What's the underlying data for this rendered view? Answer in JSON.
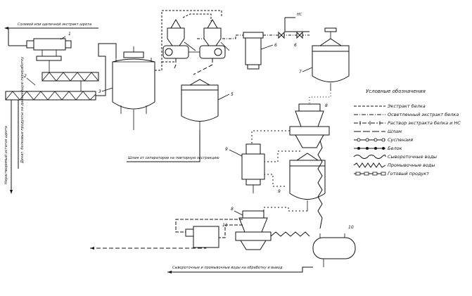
{
  "labels": {
    "top_input": "Солевой или щелочной экстракт шрота",
    "left_vertical_1": "Нерастворимый остаток шрота",
    "left_vertical_2": "Денат. белковые продукты на дальнейшую переработку",
    "sludge": "Шлам от сепараторов на повторную экстракцию",
    "hc": "НС",
    "bottom_left": "Сывороточные и промывочные воды на обработку и вывод"
  },
  "equipment_numbers": [
    "1",
    "2",
    "3",
    "4",
    "5",
    "6",
    "7",
    "8",
    "9",
    "9",
    "8",
    "10",
    "11"
  ],
  "legend": {
    "title": "Условные обозначения",
    "items": [
      {
        "label": "Экстракт белка",
        "style": "dashed"
      },
      {
        "label": "Осветленный экстракт белка",
        "style": "dash-dot"
      },
      {
        "label": "Раствор экстракта белка и НС",
        "style": "dash-dot-cross"
      },
      {
        "label": "Шлам",
        "style": "long-dash"
      },
      {
        "label": "Суспензия",
        "style": "circle-dot"
      },
      {
        "label": "Белок",
        "style": "filled-dot"
      },
      {
        "label": "Сывороточные воды",
        "style": "wave"
      },
      {
        "label": "Промывочные воды",
        "style": "zigzag"
      },
      {
        "label": "Готовый продукт",
        "style": "rect-chain"
      }
    ]
  }
}
